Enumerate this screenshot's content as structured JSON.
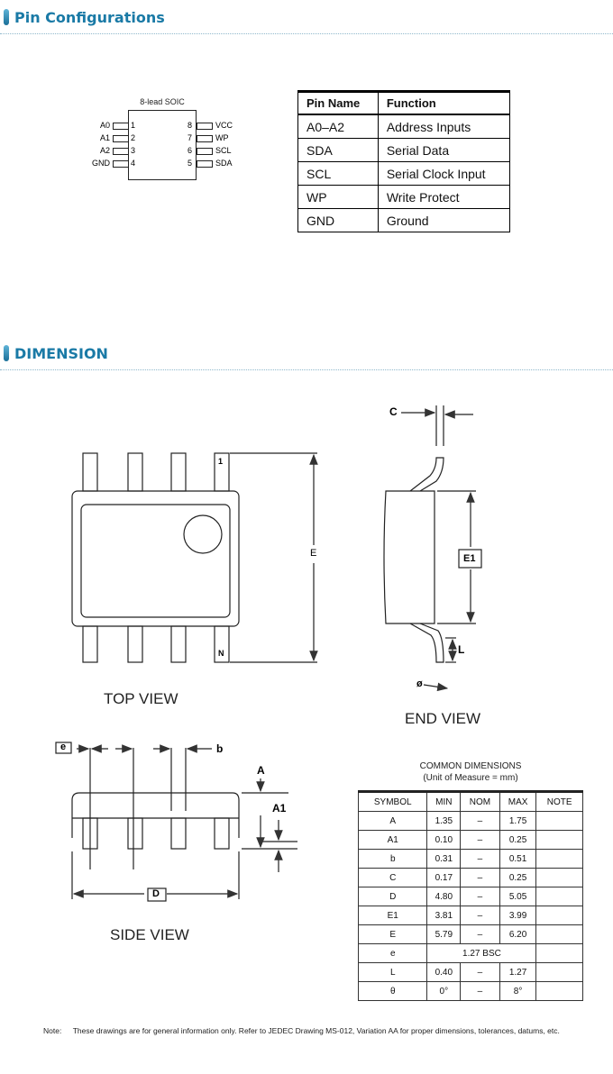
{
  "sections": {
    "pin_config": "Pin Configurations",
    "dimension": "DIMENSION"
  },
  "soic": {
    "title": "8-lead SOIC",
    "left_pins": [
      {
        "name": "A0",
        "num": "1"
      },
      {
        "name": "A1",
        "num": "2"
      },
      {
        "name": "A2",
        "num": "3"
      },
      {
        "name": "GND",
        "num": "4"
      }
    ],
    "right_pins": [
      {
        "name": "VCC",
        "num": "8"
      },
      {
        "name": "WP",
        "num": "7"
      },
      {
        "name": "SCL",
        "num": "6"
      },
      {
        "name": "SDA",
        "num": "5"
      }
    ]
  },
  "pin_table": {
    "headers": [
      "Pin Name",
      "Function"
    ],
    "rows": [
      [
        "A0–A2",
        "Address Inputs"
      ],
      [
        "SDA",
        "Serial Data"
      ],
      [
        "SCL",
        "Serial Clock Input"
      ],
      [
        "WP",
        "Write Protect"
      ],
      [
        "GND",
        "Ground"
      ]
    ]
  },
  "drawing": {
    "top_view": "TOP VIEW",
    "end_view": "END VIEW",
    "side_view": "SIDE VIEW",
    "pin1": "1",
    "pinN": "N",
    "E": "E",
    "E1": "E1",
    "C": "C",
    "L": "L",
    "theta": "ø",
    "e": "e",
    "b": "b",
    "A": "A",
    "A1": "A1",
    "D": "D"
  },
  "dims": {
    "title": "COMMON DIMENSIONS",
    "subtitle": "(Unit of Measure = mm)",
    "headers": [
      "SYMBOL",
      "MIN",
      "NOM",
      "MAX",
      "NOTE"
    ],
    "rows": [
      [
        "A",
        "1.35",
        "–",
        "1.75",
        ""
      ],
      [
        "A1",
        "0.10",
        "–",
        "0.25",
        ""
      ],
      [
        "b",
        "0.31",
        "–",
        "0.51",
        ""
      ],
      [
        "C",
        "0.17",
        "–",
        "0.25",
        ""
      ],
      [
        "D",
        "4.80",
        "–",
        "5.05",
        ""
      ],
      [
        "E1",
        "3.81",
        "–",
        "3.99",
        ""
      ],
      [
        "E",
        "5.79",
        "–",
        "6.20",
        ""
      ],
      [
        "L",
        "0.40",
        "–",
        "1.27",
        ""
      ],
      [
        "θ",
        "0°",
        "–",
        "8°",
        ""
      ]
    ],
    "e_row": {
      "symbol": "e",
      "value": "1.27 BSC"
    }
  },
  "note": {
    "label": "Note:",
    "text": "These drawings are for general information only. Refer to JEDEC Drawing MS-012, Variation AA for proper dimensions, tolerances, datums, etc."
  }
}
